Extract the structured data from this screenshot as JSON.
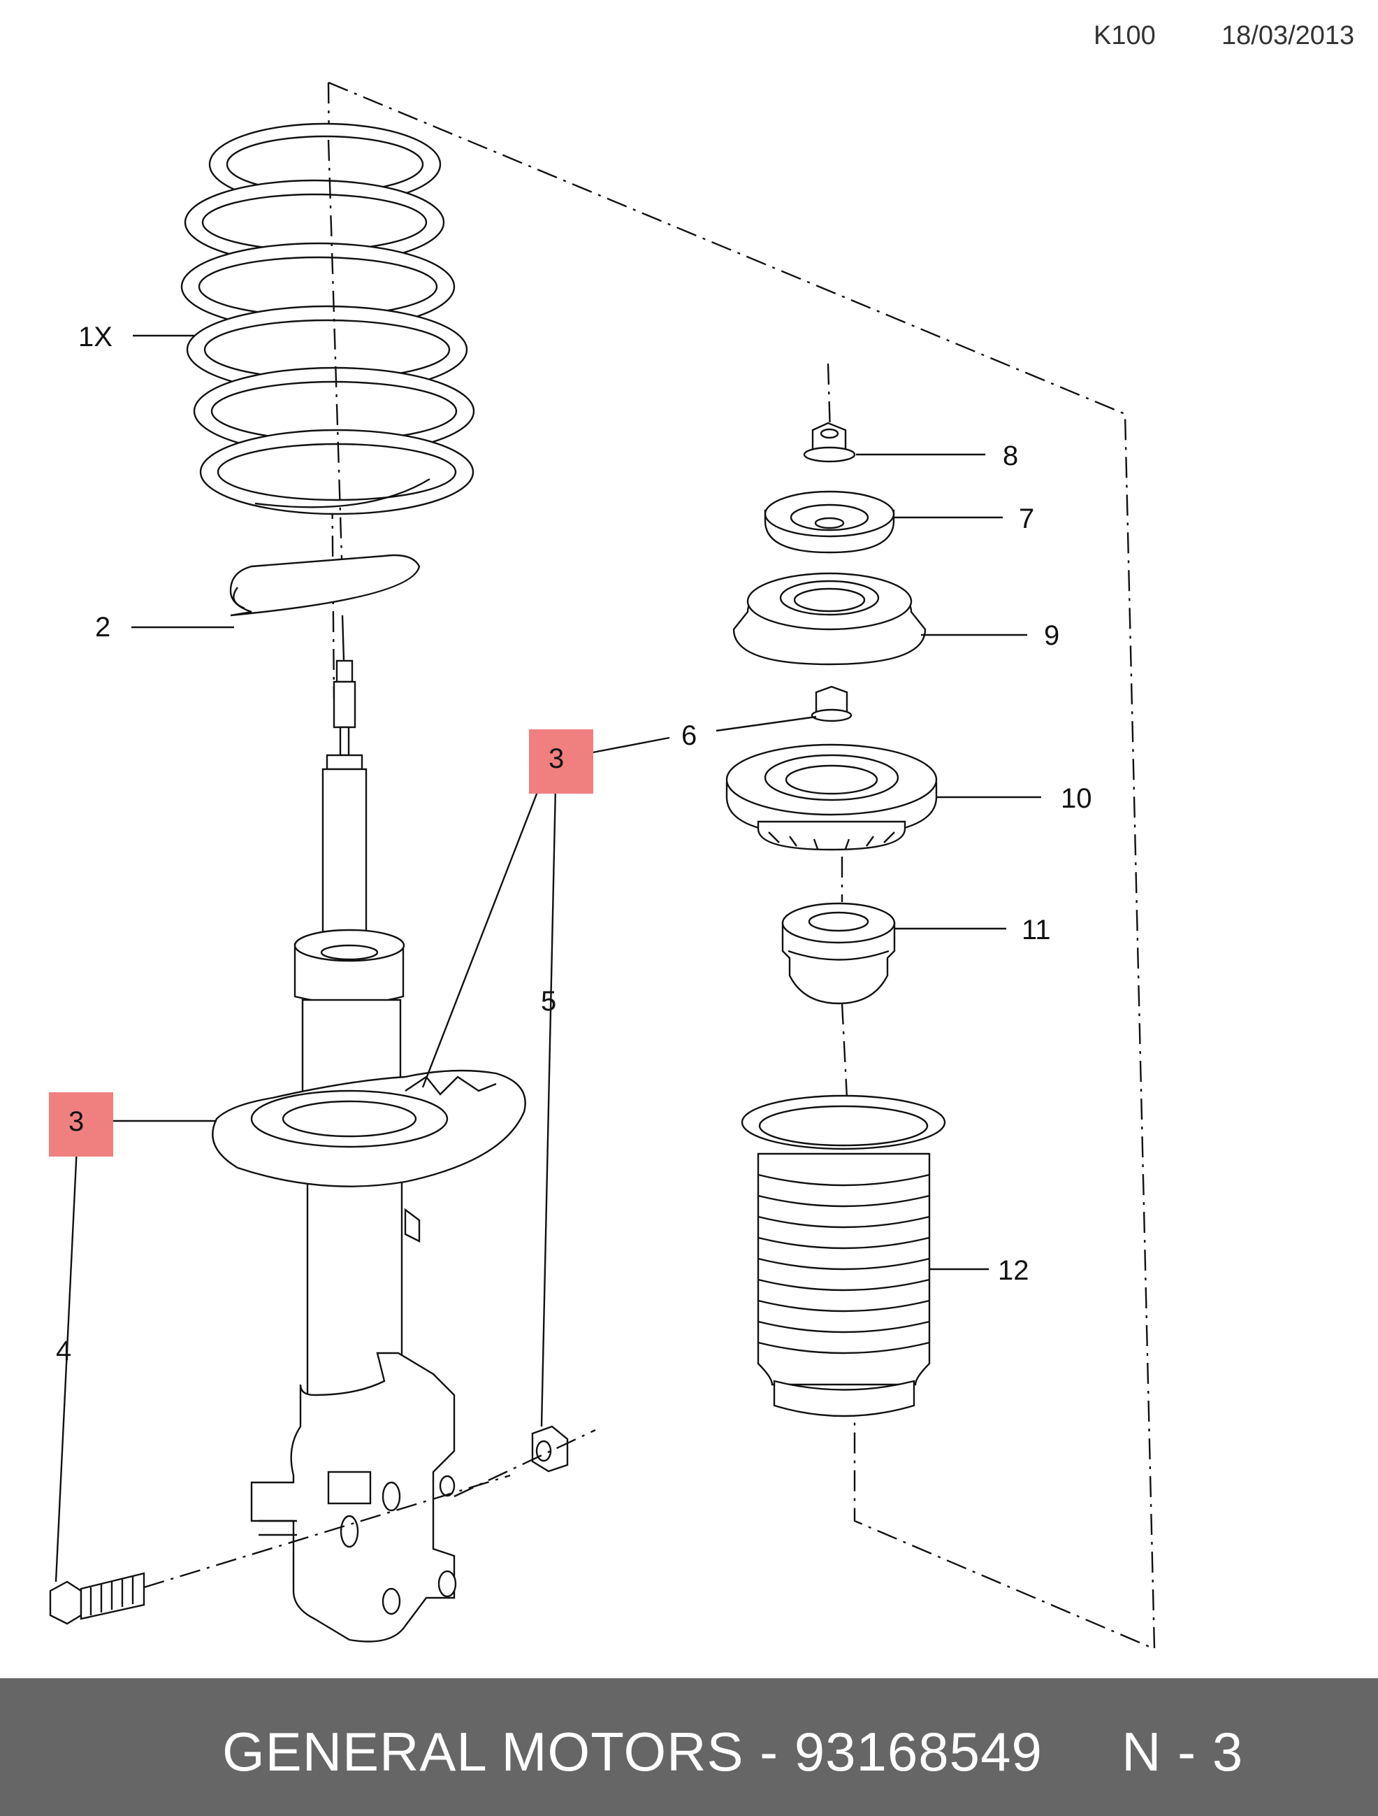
{
  "header": {
    "code": "K100",
    "date": "18/03/2013"
  },
  "footer": {
    "text": "GENERAL MOTORS - 93168549     N - 3"
  },
  "highlight_color": "#f08080",
  "callouts": {
    "c1x": "1X",
    "c2": "2",
    "c3a": "3",
    "c3b": "3",
    "c4": "4",
    "c5": "5",
    "c6": "6",
    "c7": "7",
    "c8": "8",
    "c9": "9",
    "c10": "10",
    "c11": "11",
    "c12": "12"
  }
}
